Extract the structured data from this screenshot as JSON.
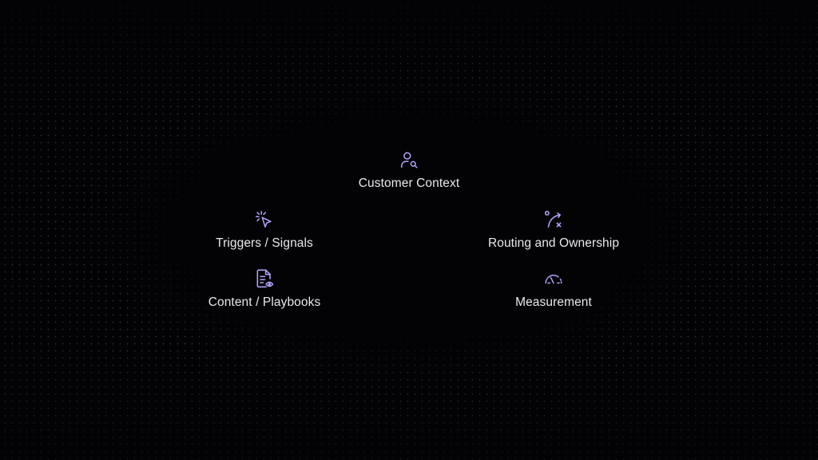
{
  "colors": {
    "background": "#030305",
    "icon_accent": "#b3a6ff",
    "label_text": "#e9e9ee"
  },
  "nodes": [
    {
      "key": "customer_context",
      "label": "Customer Context",
      "icon": "user-search-icon"
    },
    {
      "key": "triggers_signals",
      "label": "Triggers / Signals",
      "icon": "cursor-click-icon"
    },
    {
      "key": "routing_ownership",
      "label": "Routing and Ownership",
      "icon": "route-icon"
    },
    {
      "key": "content_playbooks",
      "label": "Content / Playbooks",
      "icon": "document-eye-icon"
    },
    {
      "key": "measurement",
      "label": "Measurement",
      "icon": "gauge-icon"
    }
  ]
}
